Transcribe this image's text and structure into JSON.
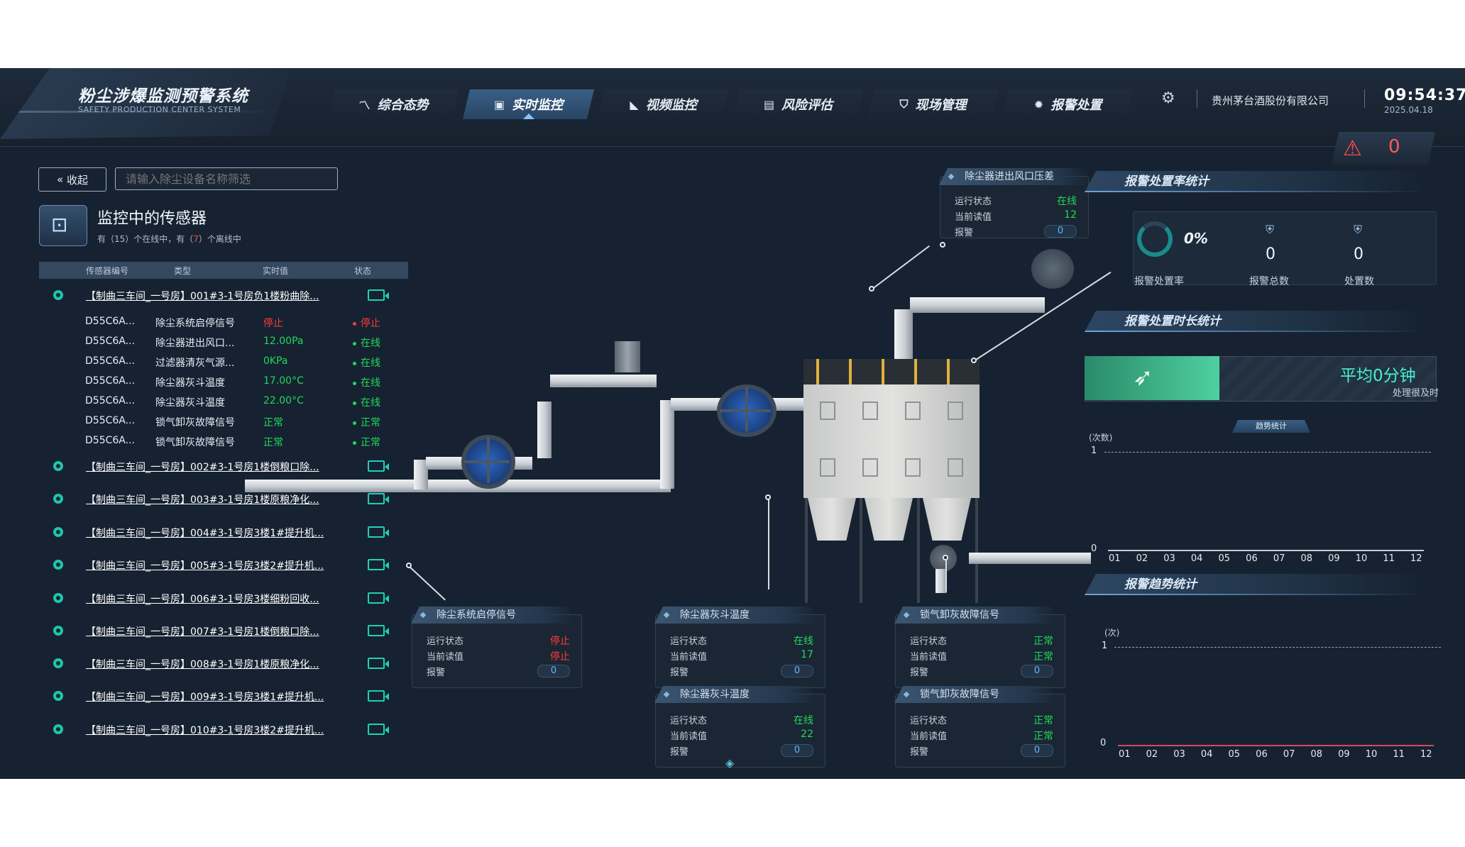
{
  "header": {
    "title": "粉尘涉爆监测预警系统",
    "subtitle": "SAFETY PRODUCTION CENTER SYSTEM",
    "nav": [
      {
        "label": "综合态势",
        "icon": "trend-icon"
      },
      {
        "label": "实时监控",
        "icon": "monitor-icon",
        "active": true
      },
      {
        "label": "视频监控",
        "icon": "camera-icon"
      },
      {
        "label": "风险评估",
        "icon": "assessment-icon"
      },
      {
        "label": "现场管理",
        "icon": "shield-icon"
      },
      {
        "label": "报警处置",
        "icon": "alarm-bell-icon"
      }
    ],
    "company": "贵州茅台酒股份有限公司",
    "time": "09:54:37",
    "date": "2025.04.18",
    "alarm_count": "0"
  },
  "left": {
    "collapse_label": "收起",
    "filter_placeholder": "请输入除尘设备名称筛选",
    "panel_title": "监控中的传感器",
    "online_prefix": "有（15）个在线中，有（",
    "offline_count": "7",
    "online_suffix": "）个离线中",
    "columns": [
      "传感器编号",
      "类型",
      "实时值",
      "状态"
    ],
    "devices": [
      "【制曲三车间_一号房】001#3-1号房负1楼粉曲除...",
      "【制曲三车间_一号房】002#3-1号房1楼倒粮口除...",
      "【制曲三车间_一号房】003#3-1号房1楼原粮净化...",
      "【制曲三车间_一号房】004#3-1号房3楼1#提升机...",
      "【制曲三车间_一号房】005#3-1号房3楼2#提升机...",
      "【制曲三车间_一号房】006#3-1号房3楼细粉回收...",
      "【制曲三车间_一号房】007#3-1号房1楼倒粮口除...",
      "【制曲三车间_一号房】008#3-1号房1楼原粮净化...",
      "【制曲三车间_一号房】009#3-1号房3楼1#提升机...",
      "【制曲三车间_一号房】010#3-1号房3楼2#提升机..."
    ],
    "sensors": [
      {
        "id": "D55C6A...",
        "type": "除尘系统启停信号",
        "value": "停止",
        "status": "停止",
        "ok": false
      },
      {
        "id": "D55C6A...",
        "type": "除尘器进出风口...",
        "value": "12.00Pa",
        "status": "在线",
        "ok": true
      },
      {
        "id": "D55C6A...",
        "type": "过滤器清灰气源...",
        "value": "0KPa",
        "status": "在线",
        "ok": true
      },
      {
        "id": "D55C6A...",
        "type": "除尘器灰斗温度",
        "value": "17.00°C",
        "status": "在线",
        "ok": true
      },
      {
        "id": "D55C6A...",
        "type": "除尘器灰斗温度",
        "value": "22.00°C",
        "status": "在线",
        "ok": true
      },
      {
        "id": "D55C6A...",
        "type": "锁气卸灰故障信号",
        "value": "正常",
        "status": "正常",
        "ok": true
      },
      {
        "id": "D55C6A...",
        "type": "锁气卸灰故障信号",
        "value": "正常",
        "status": "正常",
        "ok": true
      }
    ]
  },
  "cards": {
    "labels": {
      "run": "运行状态",
      "read": "当前读值",
      "alarm": "报警"
    },
    "pressure": {
      "title": "除尘器进出风口压差",
      "run": "在线",
      "read": "12",
      "alarm": "0"
    },
    "start_stop": {
      "title": "除尘系统启停信号",
      "run": "停止",
      "read": "停止",
      "alarm": "0"
    },
    "temp1": {
      "title": "除尘器灰斗温度",
      "run": "在线",
      "read": "17",
      "alarm": "0"
    },
    "lock1": {
      "title": "锁气卸灰故障信号",
      "run": "正常",
      "read": "正常",
      "alarm": "0"
    },
    "temp2": {
      "title": "除尘器灰斗温度",
      "run": "在线",
      "read": "22",
      "alarm": "0"
    },
    "lock2": {
      "title": "锁气卸灰故障信号",
      "run": "正常",
      "read": "正常",
      "alarm": "0"
    }
  },
  "right": {
    "rate_title": "报警处置率统计",
    "rate_value": "0%",
    "rate_label": "报警处置率",
    "total_value": "0",
    "total_label": "报警总数",
    "handled_value": "0",
    "handled_label": "处置数",
    "duration_title": "报警处置时长统计",
    "avg_text": "平均0分钟",
    "avg_sub": "处理很及时",
    "trend_pill": "趋势统计",
    "trend_title": "报警趋势统计"
  },
  "chart_data": [
    {
      "type": "line",
      "ylabel": "(次数)",
      "yticks": [
        "1",
        "0"
      ],
      "categories": [
        "01",
        "02",
        "03",
        "04",
        "05",
        "06",
        "07",
        "08",
        "09",
        "10",
        "11",
        "12"
      ],
      "values": [
        0,
        0,
        0,
        0,
        0,
        0,
        0,
        0,
        0,
        0,
        0,
        0
      ],
      "ylim": [
        0,
        1
      ]
    },
    {
      "type": "line",
      "ylabel": "(次)",
      "yticks": [
        "1",
        "0"
      ],
      "categories": [
        "01",
        "02",
        "03",
        "04",
        "05",
        "06",
        "07",
        "08",
        "09",
        "10",
        "11",
        "12"
      ],
      "values": [
        0,
        0,
        0,
        0,
        0,
        0,
        0,
        0,
        0,
        0,
        0,
        0
      ],
      "ylim": [
        0,
        1
      ]
    }
  ]
}
